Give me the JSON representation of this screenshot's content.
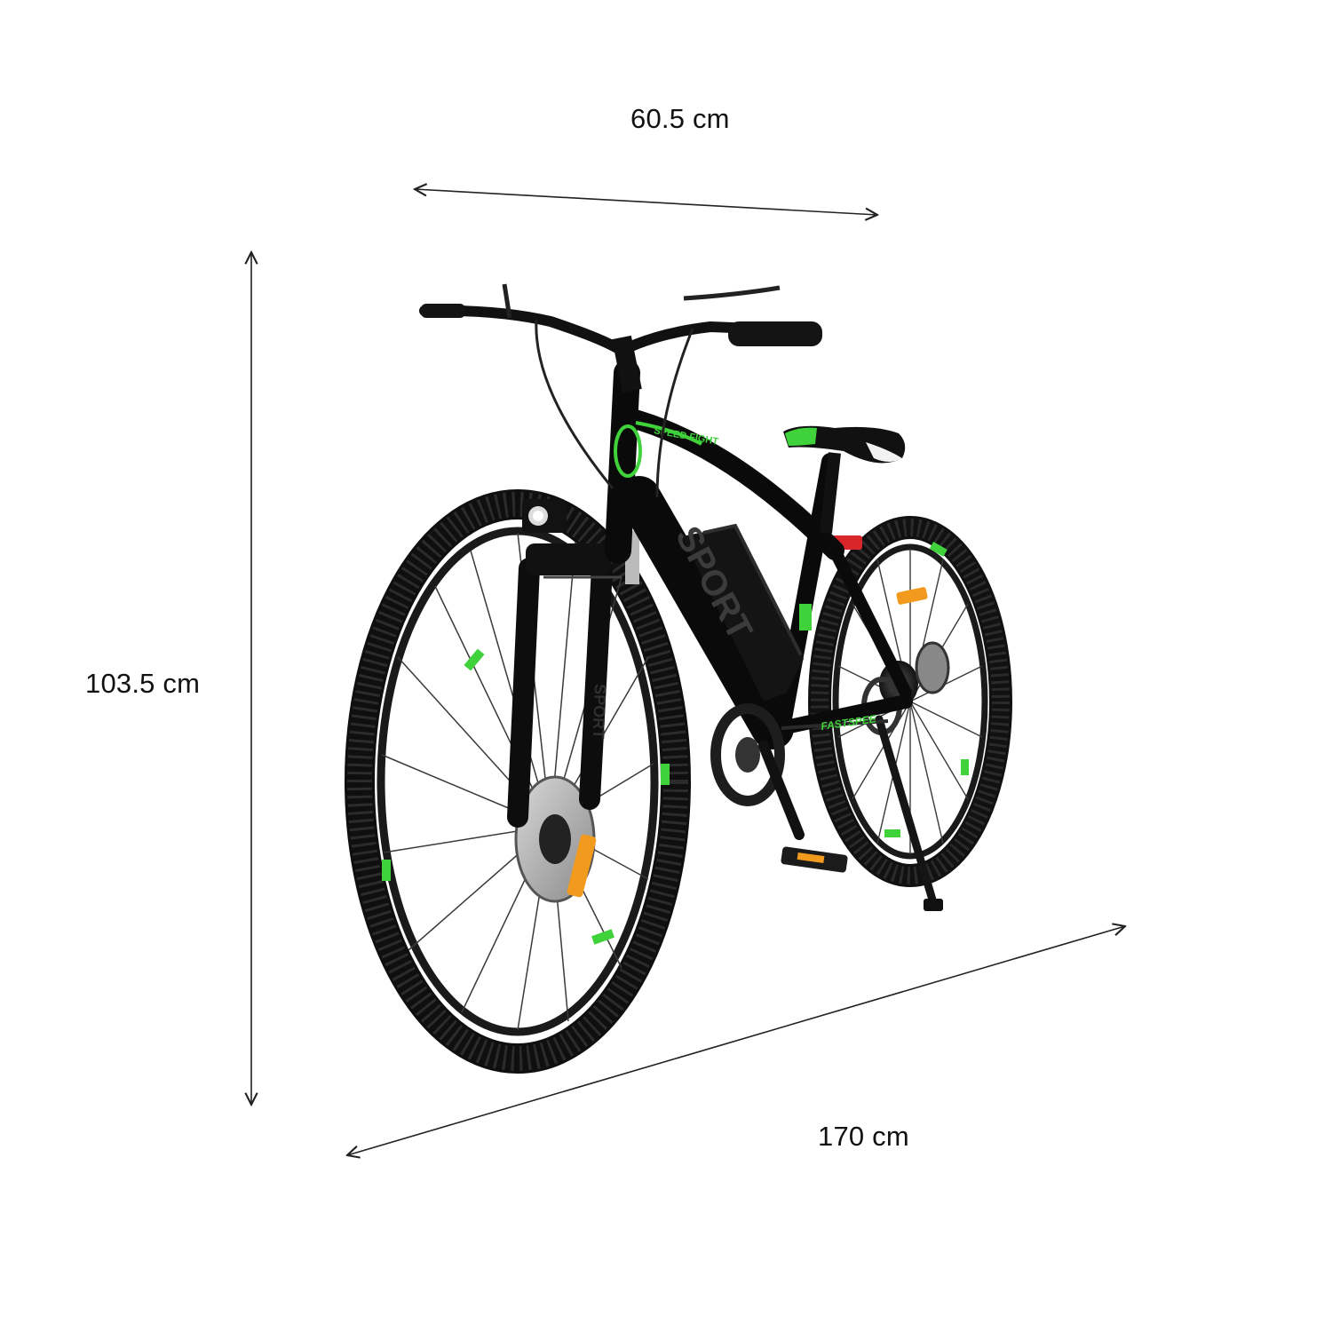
{
  "dimensions": {
    "width_label": "60.5 cm",
    "height_label": "103.5 cm",
    "length_label": "170 cm"
  },
  "product": {
    "frame_text": "SPORT",
    "top_tube_text": "SPEED FIGHT",
    "chainstay_text": "FASTSPEE",
    "fork_text": "SPORT",
    "image_description_icon": "electric-bicycle"
  },
  "colors": {
    "frame": "#0c0c0c",
    "accent": "#3fd23a",
    "reflector": "#f29a1e",
    "tail_reflector": "#d8262b",
    "dimension_line": "#222222",
    "background": "#ffffff"
  }
}
